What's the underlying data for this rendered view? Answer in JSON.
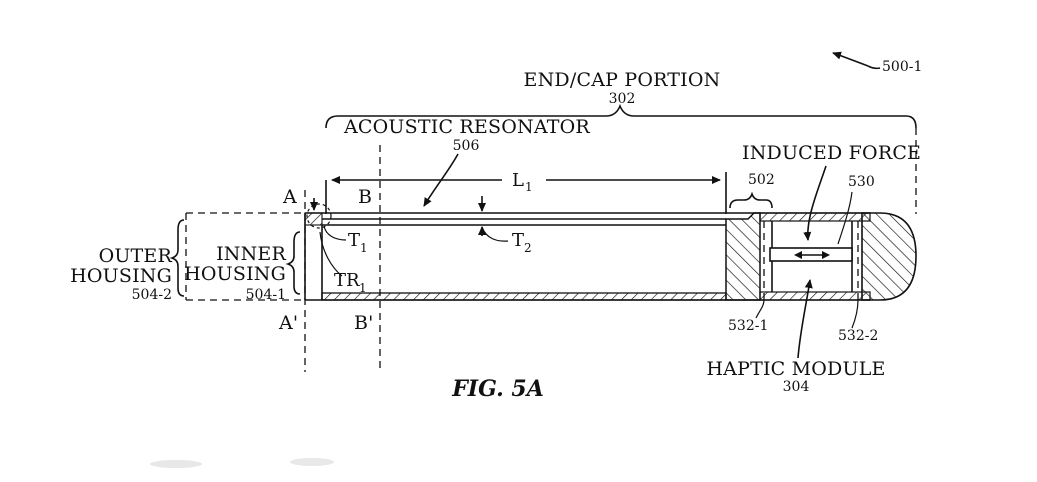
{
  "figure": {
    "ref_number": "500-1",
    "caption": "FIG. 5A"
  },
  "labels": {
    "end_cap": {
      "title": "END/CAP PORTION",
      "number": "302"
    },
    "acoustic_resonator": {
      "title": "ACOUSTIC RESONATOR",
      "number": "506"
    },
    "induced_force": {
      "title": "INDUCED FORCE"
    },
    "outer_housing": {
      "line1": "OUTER",
      "line2": "HOUSING",
      "number": "504-2"
    },
    "inner_housing": {
      "line1": "INNER",
      "line2": "HOUSING",
      "number": "504-1"
    },
    "haptic_module": {
      "title": "HAPTIC MODULE",
      "number": "304"
    },
    "ref_502": "502",
    "ref_530": "530",
    "ref_532_1": "532-1",
    "ref_532_2": "532-2",
    "length": {
      "symbol": "L",
      "subscript": "1"
    },
    "t1": {
      "symbol": "T",
      "subscript": "1"
    },
    "t2": {
      "symbol": "T",
      "subscript": "2"
    },
    "tr1": {
      "symbol": "TR",
      "subscript": "1"
    },
    "section_a": "A",
    "section_a_prime": "A'",
    "section_b": "B",
    "section_b_prime": "B'"
  }
}
